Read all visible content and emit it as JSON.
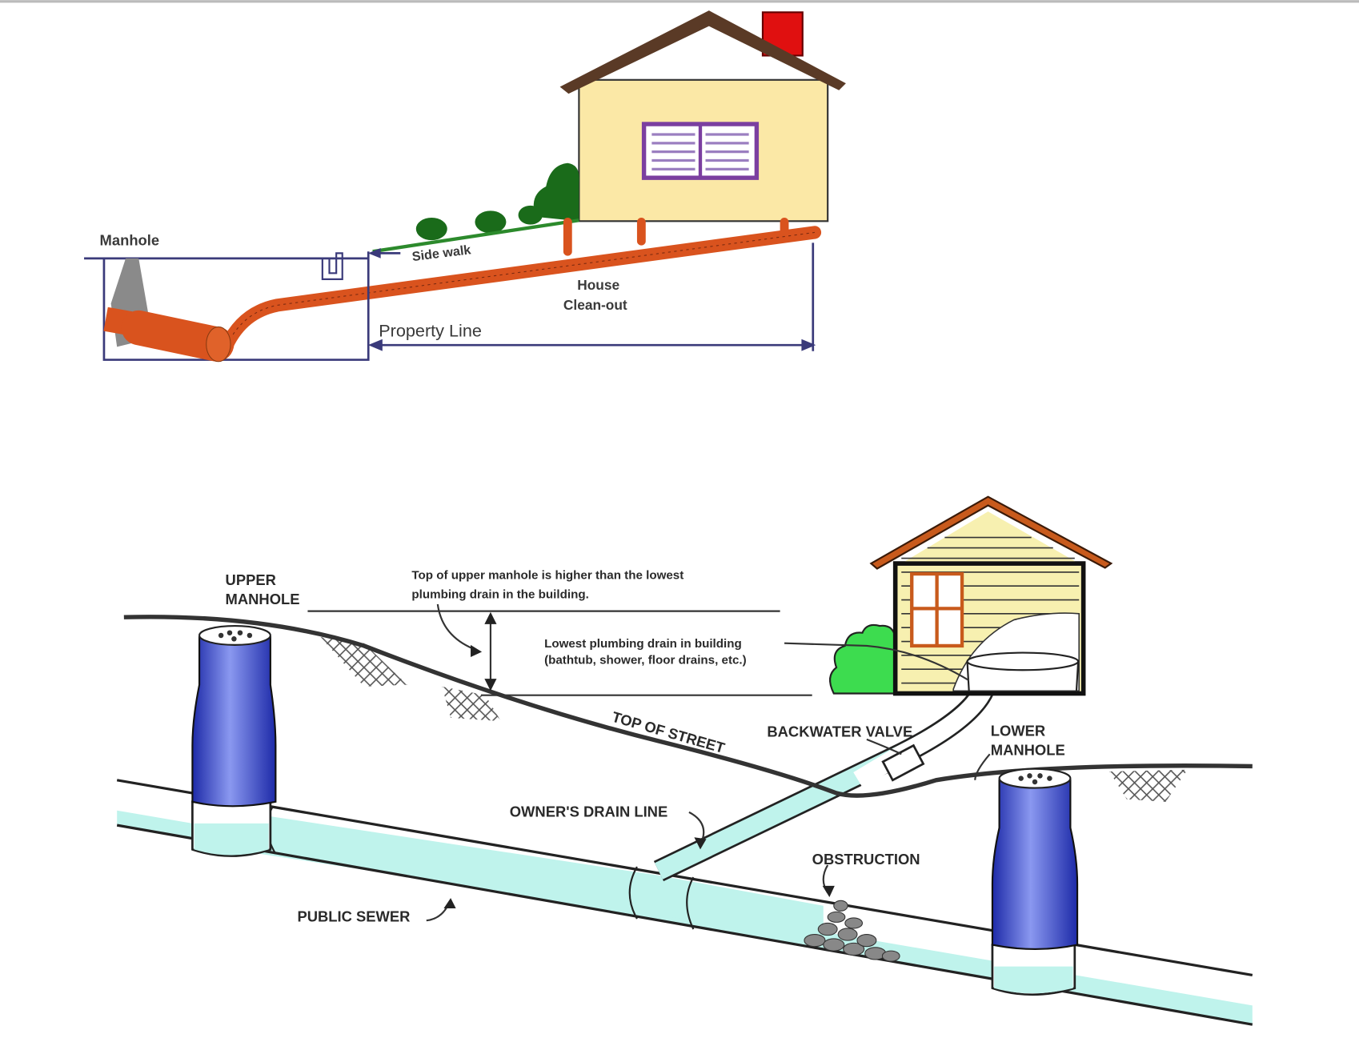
{
  "top_diagram": {
    "labels": {
      "manhole": "Manhole",
      "side_walk": "Side walk",
      "house": "House",
      "clean_out": "Clean-out",
      "property_line": "Property Line"
    }
  },
  "bottom_diagram": {
    "labels": {
      "upper_manhole_1": "UPPER",
      "upper_manhole_2": "MANHOLE",
      "note_1": "Top of upper manhole is higher than the lowest",
      "note_2": "plumbing drain in the building.",
      "lowest_drain_1": "Lowest plumbing drain in building",
      "lowest_drain_2": "(bathtub, shower, floor drains, etc.)",
      "top_of_street": "TOP OF STREET",
      "backwater_valve": "BACKWATER VALVE",
      "lower_manhole_1": "LOWER",
      "lower_manhole_2": "MANHOLE",
      "owners_drain_line": "OWNER'S DRAIN LINE",
      "obstruction": "OBSTRUCTION",
      "public_sewer": "PUBLIC SEWER"
    }
  },
  "colors": {
    "pipe_orange": "#d9531e",
    "house_wall": "#fbe8a6",
    "manhole_blue": "#3040d0",
    "water": "#bff3ec",
    "bush_green": "#3ddc4f"
  }
}
